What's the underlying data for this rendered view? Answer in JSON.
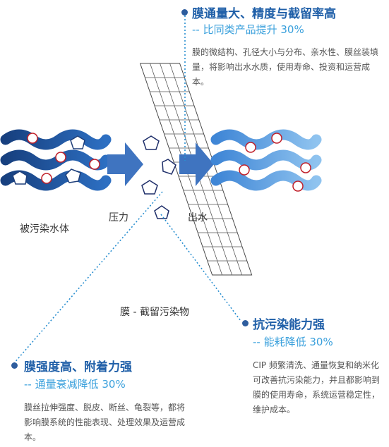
{
  "callouts": {
    "flux": {
      "title": "膜通量大、精度与截留率高",
      "subtitle": "-- 比同类产品提升 30%",
      "body": "膜的微结构、孔径大小与分布、亲水性、膜丝装填量，将影响出水水质，使用寿命、投资和运营成本。"
    },
    "antifouling": {
      "title": "抗污染能力强",
      "subtitle": "-- 能耗降低 30%",
      "body": "CIP 频繁清洗、通量恢复和纳米化可改善抗污染能力，并且都影响到膜的使用寿命，系统运营稳定性，维护成本。"
    },
    "strength": {
      "title": "膜强度高、附着力强",
      "subtitle": "-- 通量衰减降低 30%",
      "body": "膜丝拉伸强度、脱皮、断丝、龟裂等，都将影响膜系统的性能表现、处理效果及运营成本。"
    }
  },
  "labels": {
    "polluted_water": "被污染水体",
    "pressure": "压力",
    "outlet": "出水",
    "membrane": "膜 - 截留污染物"
  },
  "colors": {
    "dark_blue": "#1f4e96",
    "light_blue": "#4a90d9",
    "arrow": "#3f74c0",
    "title": "#1f5fa8",
    "subtitle": "#3aa0dc",
    "dotted_line": "#2a8fd0",
    "particle_circle": "#c0202a"
  }
}
